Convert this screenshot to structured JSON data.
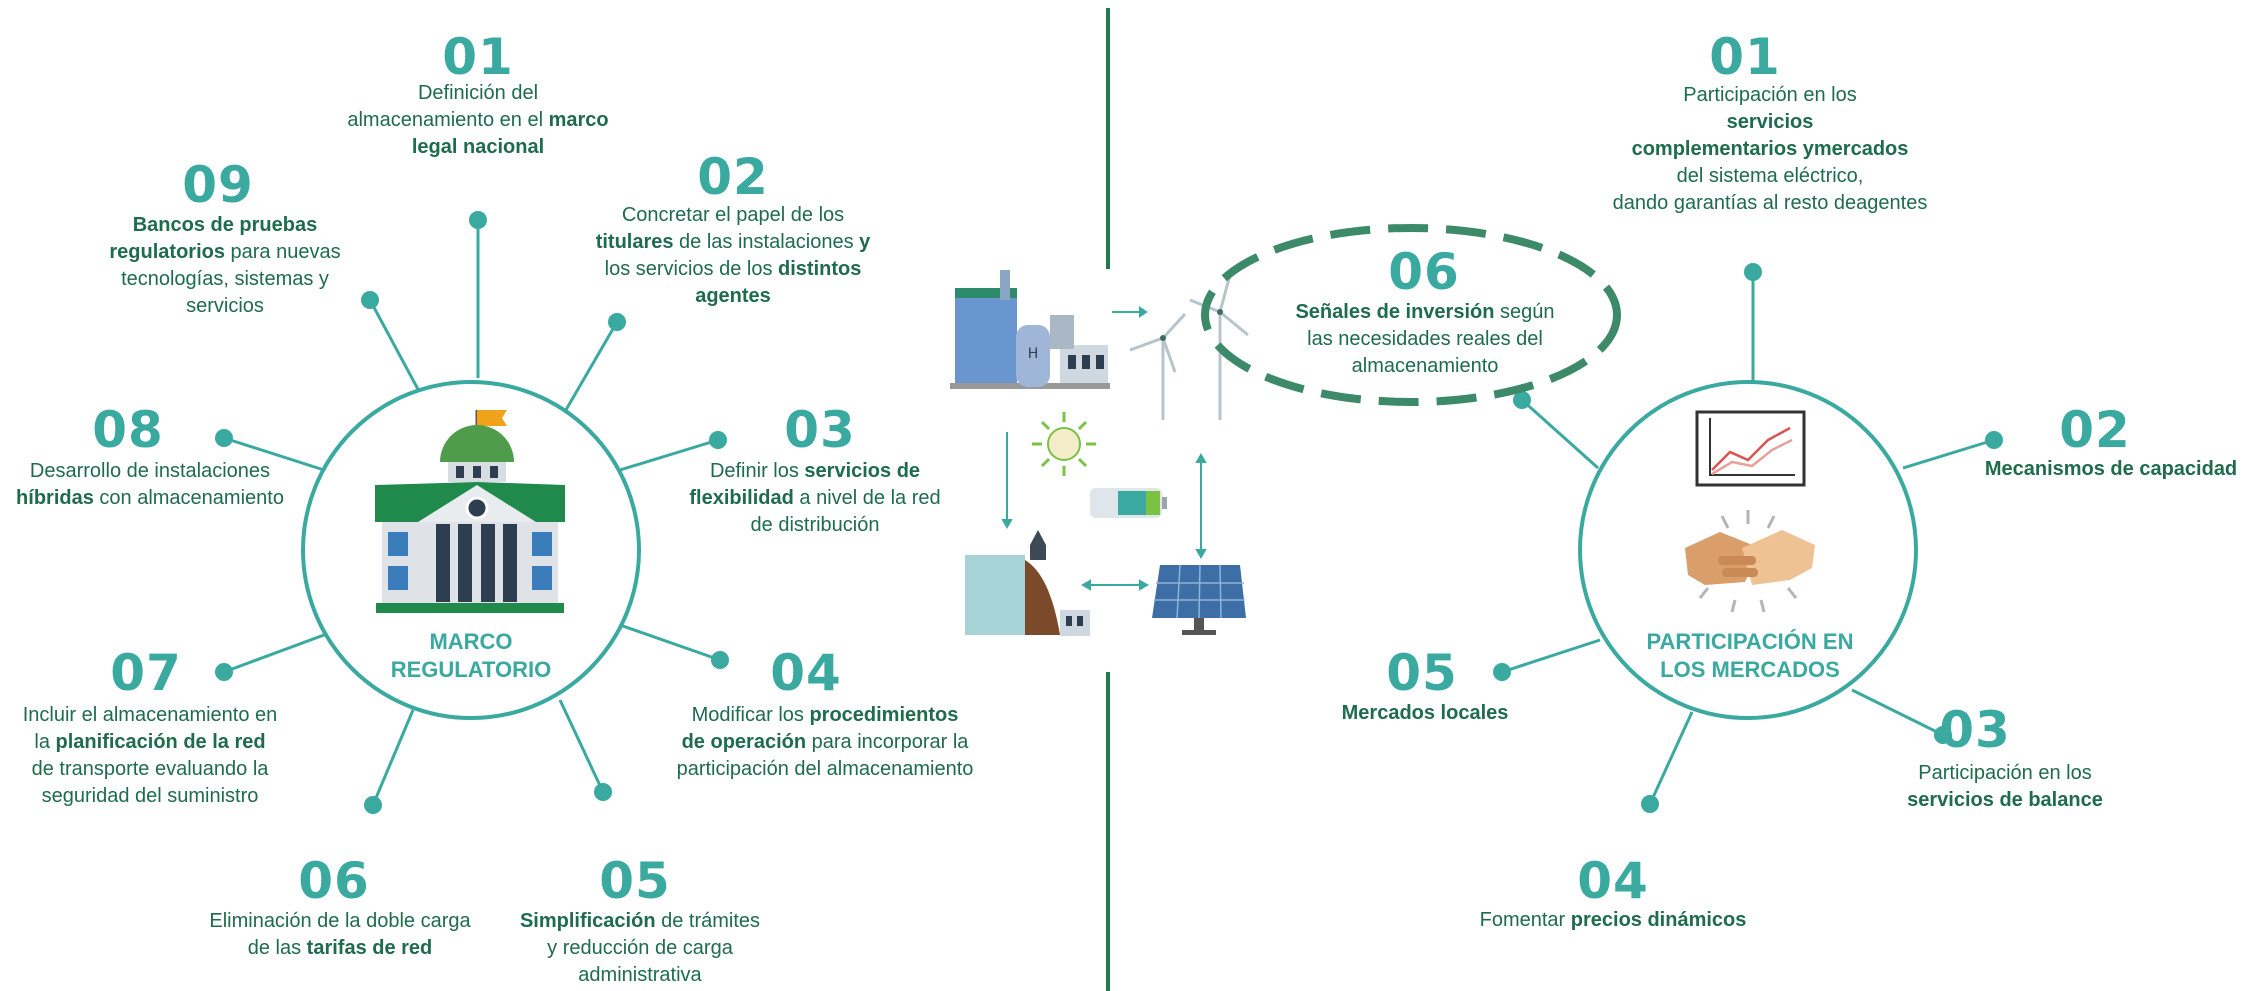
{
  "left": {
    "center_label": [
      "MARCO",
      "REGULATORIO"
    ],
    "items": [
      {
        "number": "01",
        "parts": [
          [
            "Definición del",
            0
          ],
          [
            "almacenamiento en el ",
            0
          ],
          [
            "marco",
            1
          ],
          [
            "legal nacional",
            1
          ]
        ]
      },
      {
        "number": "02",
        "parts": [
          [
            "Concretar el papel de los",
            0
          ],
          [
            "titulares",
            1
          ],
          [
            " de las instalaciones ",
            0
          ],
          [
            "y",
            1
          ],
          [
            "los servicios de los ",
            0
          ],
          [
            "distintos",
            1
          ],
          [
            "agentes",
            1
          ]
        ]
      },
      {
        "number": "03",
        "parts": [
          [
            "Definir los ",
            0
          ],
          [
            "servicios de",
            1
          ],
          [
            "flexibilidad",
            1
          ],
          [
            " a nivel de la red",
            0
          ],
          [
            "de distribución",
            0
          ]
        ]
      },
      {
        "number": "04",
        "parts": [
          [
            "Modificar los ",
            0
          ],
          [
            "procedimientos",
            1
          ],
          [
            "de operación",
            1
          ],
          [
            " para incorporar la",
            0
          ],
          [
            "participación del almacenamiento",
            0
          ]
        ]
      },
      {
        "number": "05",
        "parts": [
          [
            "Simplificación",
            1
          ],
          [
            " de trámites",
            0
          ],
          [
            "y reducción de carga",
            0
          ],
          [
            "administrativa",
            0
          ]
        ]
      },
      {
        "number": "06",
        "parts": [
          [
            "Eliminación de la doble carga",
            0
          ],
          [
            "de las ",
            0
          ],
          [
            "tarifas de red",
            1
          ]
        ]
      },
      {
        "number": "07",
        "parts": [
          [
            "Incluir el almacenamiento en",
            0
          ],
          [
            "la ",
            0
          ],
          [
            "planificación de la red",
            1
          ],
          [
            "de transporte evaluando la",
            0
          ],
          [
            "seguridad del suministro",
            0
          ]
        ]
      },
      {
        "number": "08",
        "parts": [
          [
            "Desarrollo de instalaciones",
            0
          ],
          [
            "híbridas",
            1
          ],
          [
            " con almacenamiento",
            0
          ]
        ]
      },
      {
        "number": "09",
        "parts": [
          [
            "Bancos de pruebas",
            1
          ],
          [
            "regulatorios",
            1
          ],
          [
            " para nuevas",
            0
          ],
          [
            "tecnologías, sistemas y",
            0
          ],
          [
            "servicios",
            0
          ]
        ]
      }
    ]
  },
  "right": {
    "center_label": [
      "PARTICIPACIÓN EN",
      "LOS MERCADOS"
    ],
    "items": [
      {
        "number": "01",
        "parts": [
          [
            "Participación en los ",
            0
          ],
          [
            "servicios",
            1
          ],
          [
            "complementarios y",
            1
          ],
          [
            "mercados",
            1
          ],
          [
            " del sistema eléctrico,",
            0
          ],
          [
            "dando garantías al resto de",
            0
          ],
          [
            "agentes",
            0
          ]
        ]
      },
      {
        "number": "02",
        "parts": [
          [
            "Mecanismos de capacidad",
            1
          ]
        ]
      },
      {
        "number": "03",
        "parts": [
          [
            "Participación en los",
            0
          ],
          [
            "servicios de balance",
            1
          ]
        ]
      },
      {
        "number": "04",
        "parts": [
          [
            "Fomentar ",
            0
          ],
          [
            "precios dinámicos",
            1
          ]
        ]
      },
      {
        "number": "05",
        "parts": [
          [
            "Mercados locales",
            1
          ]
        ]
      },
      {
        "number": "06",
        "parts": [
          [
            "Señales de inversión",
            1
          ],
          [
            " según",
            0
          ],
          [
            "las necesidades reales del",
            0
          ],
          [
            "almacenamiento",
            0
          ]
        ]
      }
    ]
  },
  "icons": [
    "government-building-icon",
    "flag-icon",
    "line-chart-icon",
    "handshake-icon",
    "factory-icon",
    "hydrogen-tank-icon",
    "wind-turbine-icon",
    "sun-icon",
    "battery-icon",
    "hydro-dam-icon",
    "solar-panel-icon"
  ],
  "colors": {
    "teal": "#3aa9a0",
    "dark_green": "#1f7a4f",
    "text_green": "#1e6b4e",
    "roof_green": "#1f8a4c"
  }
}
